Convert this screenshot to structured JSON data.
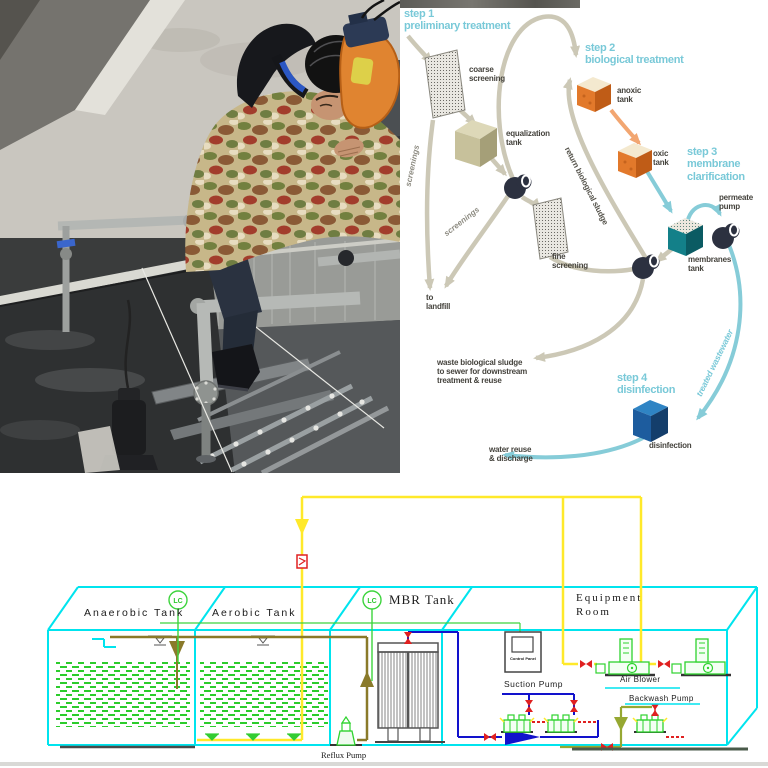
{
  "diagram": {
    "step1_title": "step 1\npreliminary treatment",
    "step2_title": "step 2\nbiological treatment",
    "step3_title": "step 3\nmembrane\nclarification",
    "step4_title": "step 4\ndisinfection",
    "labels": {
      "coarse_screening": "coarse\nscreening",
      "equalization_tank": "equalization\ntank",
      "fine_screening": "fine\nscreening",
      "anoxic_tank": "anoxic\ntank",
      "oxic_tank": "oxic\ntank",
      "membranes_tank": "membranes\ntank",
      "permeate_pump": "permeate\npump",
      "disinfection": "disinfection",
      "to_landfill": "to\nlandfill",
      "waste_sludge": "waste biological sludge\nto sewer for downstream\ntreatment & reuse",
      "water_reuse": "water reuse\n& discharge",
      "screenings_left": "screenings",
      "screenings_mid": "screenings",
      "return_sludge": "return biological sludge",
      "treated_wastewater": "treated wastewater"
    }
  },
  "cad": {
    "labels": {
      "anaerobic_tank": "Anaerobic  Tank",
      "aerobic_tank": "Aerobic  Tank",
      "mbr_tank": "MBR Tank",
      "equipment_room": "Equipment\nRoom",
      "control_panel": "Control Panel",
      "suction_pump": "Suction Pump",
      "air_blower": "Air Blower",
      "backwash_pump": "Backwash Pump",
      "reflux_pump": "Reflux Pump",
      "lc1": "LC",
      "lc2": "LC"
    }
  },
  "theme": {
    "accent_teal": "#79c9d8",
    "arrow_gray": "#ccc8b6",
    "tank_orange": "#e2792b",
    "tank_blue": "#1d5c9e",
    "tank_teal": "#138089",
    "tank_khaki": "#c7c19b",
    "cad_cyan": "#00e4ee",
    "cad_green": "#2ed32e",
    "cad_yellow": "#ffe92a",
    "cad_blue": "#1212cc",
    "cad_red": "#e02020",
    "cad_olive": "#8a7a2a"
  }
}
